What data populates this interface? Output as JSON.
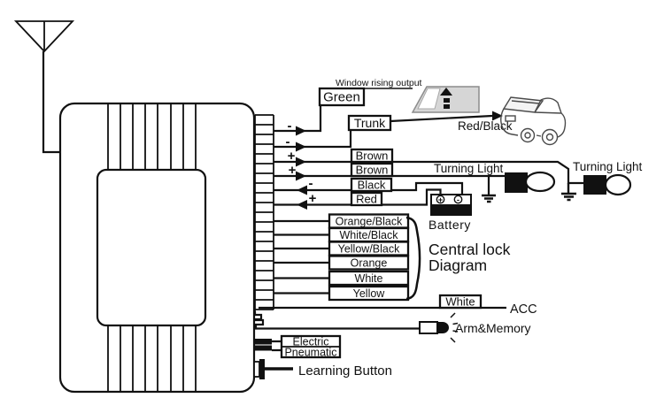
{
  "labels": {
    "window_rising_output": "Window rising output",
    "green": "Green",
    "trunk": "Trunk",
    "red_black": "Red/Black",
    "brown_upper": "Brown",
    "brown_lower": "Brown",
    "turning_light_left": "Turning Light",
    "turning_light_right": "Turning Light",
    "black": "Black",
    "red": "Red",
    "battery": "Battery",
    "central_lock_line1": "Central lock",
    "central_lock_line2": "Diagram",
    "orange_black": "Orange/Black",
    "white_black": "White/Black",
    "yellow_black": "Yellow/Black",
    "orange": "Orange",
    "white": "White",
    "yellow": "Yellow",
    "white_acc": "White",
    "acc": "ACC",
    "arm_memory": "Arm&Memory",
    "electric": "Electric",
    "pneumatic": "Pneumatic",
    "learning_button": "Learning Button"
  },
  "polarity": {
    "green": "-",
    "trunk": "-",
    "brown_upper": "+",
    "brown_lower": "+",
    "black": "-",
    "red": "+"
  },
  "battery_terminals": {
    "positive": "+",
    "negative": "-"
  },
  "colors": {
    "line": "#111111",
    "icon_gray": "#d6d6d6"
  }
}
